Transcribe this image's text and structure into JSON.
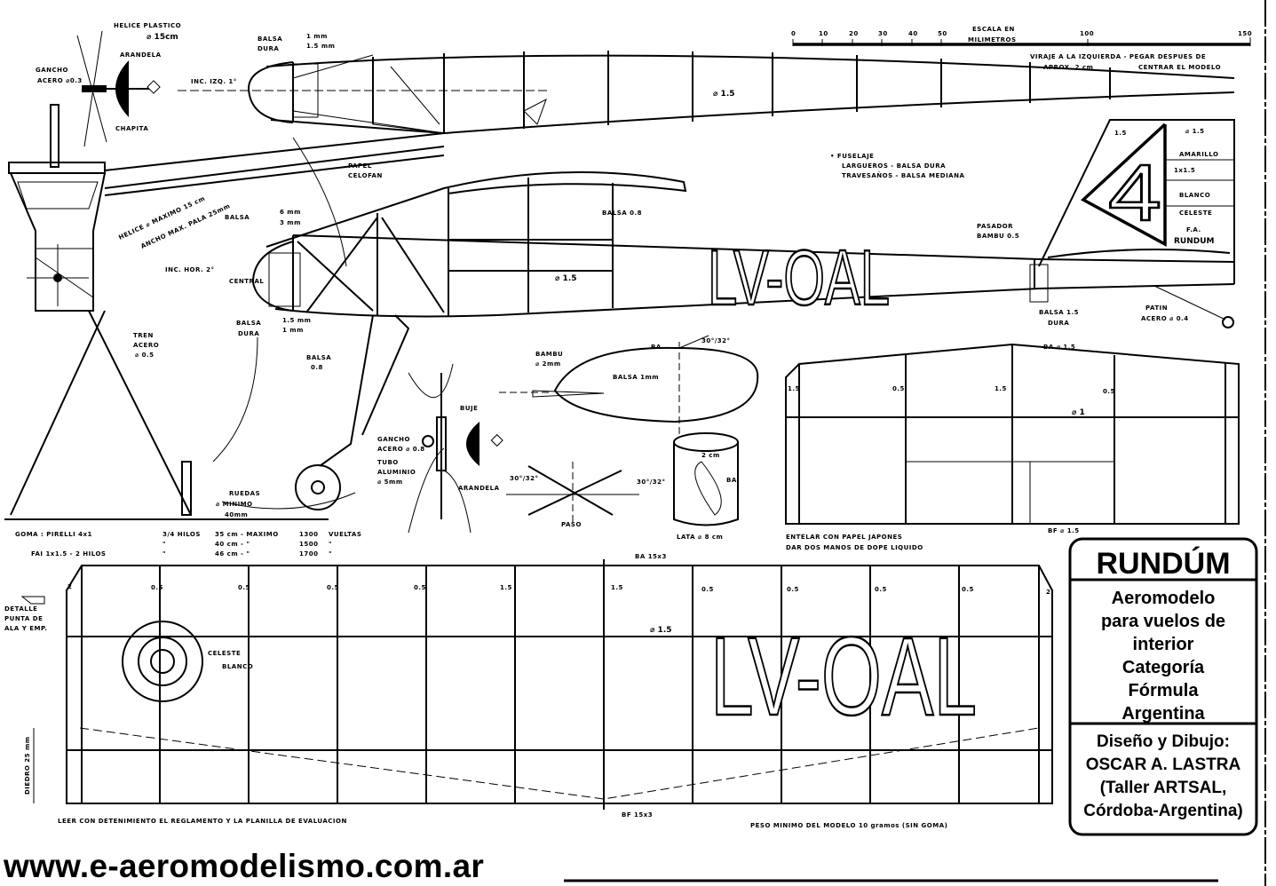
{
  "scale": {
    "title_1": "ESCALA EN",
    "title_2": "MILIMETROS",
    "ticks": [
      "0",
      "10",
      "20",
      "30",
      "40",
      "50",
      "100",
      "150"
    ]
  },
  "propeller_top": {
    "title": "HELICE PLASTICO",
    "diameter": "⌀ 15cm",
    "washer": "ARANDELA",
    "hook": "GANCHO",
    "hook_spec": "ACERO ⌀0.3",
    "plate": "CHAPITA"
  },
  "top_view": {
    "balsa": "BALSA",
    "dura": "DURA",
    "mm1": "1 mm",
    "mm15": "1.5 mm",
    "inc": "INC. IZQ. 1°",
    "dia": "⌀ 1.5",
    "turn_1": "VIRAJE A LA IZQUIERDA - PEGAR DESPUES DE",
    "turn_2": "APROX. 2 cm",
    "turn_3": "CENTRAR EL MODELO"
  },
  "side_view": {
    "registration": "LV-OAL",
    "cellophane_1": "PAPEL",
    "cellophane_2": "CELOFAN",
    "prop_max_1": "HELICE ⌀ MAXIMO 15 cm",
    "prop_max_2": "ANCHO MAX. PALA 25mm",
    "balsa": "BALSA",
    "mm6": "6 mm",
    "mm3": "3 mm",
    "inc_hor": "INC. HOR. 2°",
    "central": "CENTRAL",
    "mm15": "1.5 mm",
    "mm1": "1 mm",
    "balsa_dura_1": "BALSA",
    "balsa_dura_2": "DURA",
    "gear_1": "TREN",
    "gear_2": "ACERO",
    "gear_3": "⌀ 0.5",
    "balsa08": "BALSA",
    "balsa08b": "0.8",
    "wheels_1": "RUEDAS",
    "wheels_2": "⌀ MINIMO",
    "wheels_3": "40mm",
    "wing_balsa": "BALSA 0.8",
    "dia": "⌀ 1.5",
    "fus_1": "• FUSELAJE",
    "fus_2": "LARGUEROS - BALSA DURA",
    "fus_3": "TRAVESAÑOS - BALSA MEDIANA",
    "pin_1": "PASADOR",
    "pin_2": "BAMBU 0.5",
    "tail_15": "1.5",
    "tail_dia": "⌀ 1.5",
    "yellow": "AMARILLO",
    "size": "1x1.5",
    "white": "BLANCO",
    "blue": "CELESTE",
    "fa": "F.A.",
    "rundum": "RUNDUM",
    "number": "4",
    "tail_balsa_1": "BALSA 1.5",
    "tail_balsa_2": "DURA",
    "skid_1": "PATIN",
    "skid_2": "ACERO ⌀ 0.4"
  },
  "details": {
    "ba": "BA",
    "angle": "30°/32°",
    "bamboo_1": "BAMBU",
    "bamboo_2": "⌀ 2mm",
    "balsa": "BALSA 1mm",
    "hub": "BUJE",
    "hook_1": "GANCHO",
    "hook_2": "ACERO ⌀ 0.8",
    "tube_1": "TUBO",
    "tube_2": "ALUMINIO",
    "tube_3": "⌀ 5mm",
    "washer": "ARANDELA",
    "pitch": "PASO",
    "angle_l": "30°/32°",
    "angle_r": "30°/32°",
    "cm2": "2 cm",
    "ba2": "BA",
    "can": "LATA ⌀ 8 cm"
  },
  "stabilizer": {
    "le": "BA ⌀ 1.5",
    "r1": "1.5",
    "r2": "0.5",
    "r3": "1.5",
    "r4": "0.5",
    "dia": "⌀ 1",
    "te": "BF ⌀ 1.5",
    "cover_1": "ENTELAR CON PAPEL JAPONES",
    "cover_2": "DAR DOS MANOS DE DOPE LIQUIDO"
  },
  "rubber": {
    "rows": [
      {
        "a": "GOMA : PIRELLI 4x1",
        "b": "3/4 HILOS",
        "c": "35 cm  -  MAXIMO",
        "d": "1300",
        "e": "VUELTAS"
      },
      {
        "a": "",
        "b": "\"",
        "c": "40 cm  -      \"",
        "d": "1500",
        "e": "\""
      },
      {
        "a": "FAI 1x1.5 - 2 HILOS",
        "b": "\"",
        "c": "46 cm  -      \"",
        "d": "1700",
        "e": "\""
      }
    ]
  },
  "wing": {
    "registration": "LV-OAL",
    "le": "BA 15x3",
    "te": "BF 15x3",
    "dia": "⌀ 1.5",
    "ribs": [
      "2",
      "0.5",
      "0.5",
      "0.5",
      "0.5",
      "1.5",
      "1.5",
      "0.5",
      "0.5",
      "0.5",
      "0.5",
      "2"
    ],
    "blue": "CELESTE",
    "white": "BLANCO",
    "detail_1": "DETALLE",
    "detail_2": "PUNTA DE",
    "detail_3": "ALA Y EMP.",
    "dihedral": "DIEDRO 25 mm"
  },
  "notes": {
    "read": "LEER CON DETENIMIENTO EL REGLAMENTO Y LA PLANILLA DE EVALUACION",
    "weight": "PESO MINIMO DEL MODELO  10 gramos (SIN GOMA)"
  },
  "title_box": {
    "name": "RUNDÚM",
    "desc": [
      "Aeromodelo",
      "para vuelos de",
      "interior",
      "Categoría",
      "Fórmula",
      "Argentina"
    ],
    "credits": [
      "Diseño y Dibujo:",
      "OSCAR A. LASTRA",
      "(Taller ARTSAL,",
      "Córdoba-Argentina)"
    ]
  },
  "footer": {
    "url": "www.e-aeromodelismo.com.ar"
  }
}
